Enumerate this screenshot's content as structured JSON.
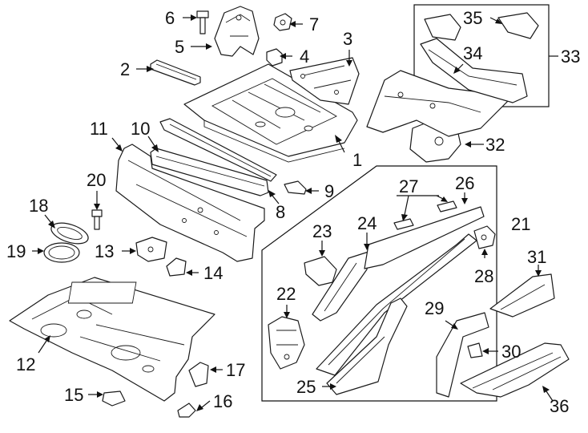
{
  "diagram": {
    "callouts": [
      {
        "id": "c1",
        "text": "1"
      },
      {
        "id": "c2",
        "text": "2"
      },
      {
        "id": "c3",
        "text": "3"
      },
      {
        "id": "c4",
        "text": "4"
      },
      {
        "id": "c5",
        "text": "5"
      },
      {
        "id": "c6",
        "text": "6"
      },
      {
        "id": "c7",
        "text": "7"
      },
      {
        "id": "c8",
        "text": "8"
      },
      {
        "id": "c9",
        "text": "9"
      },
      {
        "id": "c10",
        "text": "10"
      },
      {
        "id": "c11",
        "text": "11"
      },
      {
        "id": "c12",
        "text": "12"
      },
      {
        "id": "c13",
        "text": "13"
      },
      {
        "id": "c14",
        "text": "14"
      },
      {
        "id": "c15",
        "text": "15"
      },
      {
        "id": "c16",
        "text": "16"
      },
      {
        "id": "c17",
        "text": "17"
      },
      {
        "id": "c18",
        "text": "18"
      },
      {
        "id": "c19",
        "text": "19"
      },
      {
        "id": "c20",
        "text": "20"
      },
      {
        "id": "c21",
        "text": "21"
      },
      {
        "id": "c22",
        "text": "22"
      },
      {
        "id": "c23",
        "text": "23"
      },
      {
        "id": "c24",
        "text": "24"
      },
      {
        "id": "c25",
        "text": "25"
      },
      {
        "id": "c26",
        "text": "26"
      },
      {
        "id": "c27",
        "text": "27"
      },
      {
        "id": "c28",
        "text": "28"
      },
      {
        "id": "c29",
        "text": "29"
      },
      {
        "id": "c30",
        "text": "30"
      },
      {
        "id": "c31",
        "text": "31"
      },
      {
        "id": "c32",
        "text": "32"
      },
      {
        "id": "c33",
        "text": "33"
      },
      {
        "id": "c34",
        "text": "34"
      },
      {
        "id": "c35",
        "text": "35"
      },
      {
        "id": "c36",
        "text": "36"
      }
    ]
  }
}
